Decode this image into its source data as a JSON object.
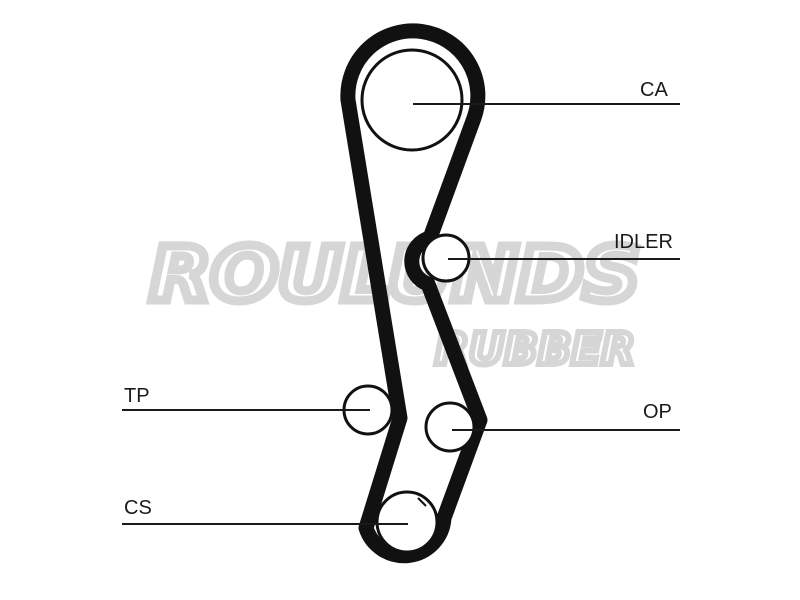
{
  "watermark": {
    "line1": "ROULUNDS",
    "line2": "RUBBER"
  },
  "labels": {
    "ca": "CA",
    "idler": "IDLER",
    "tp": "TP",
    "op": "OP",
    "cs": "CS"
  },
  "colors": {
    "belt": "#111111",
    "leader_lines": "#1a1a1a",
    "watermark": "#d6d6d6",
    "background": "#ffffff"
  }
}
